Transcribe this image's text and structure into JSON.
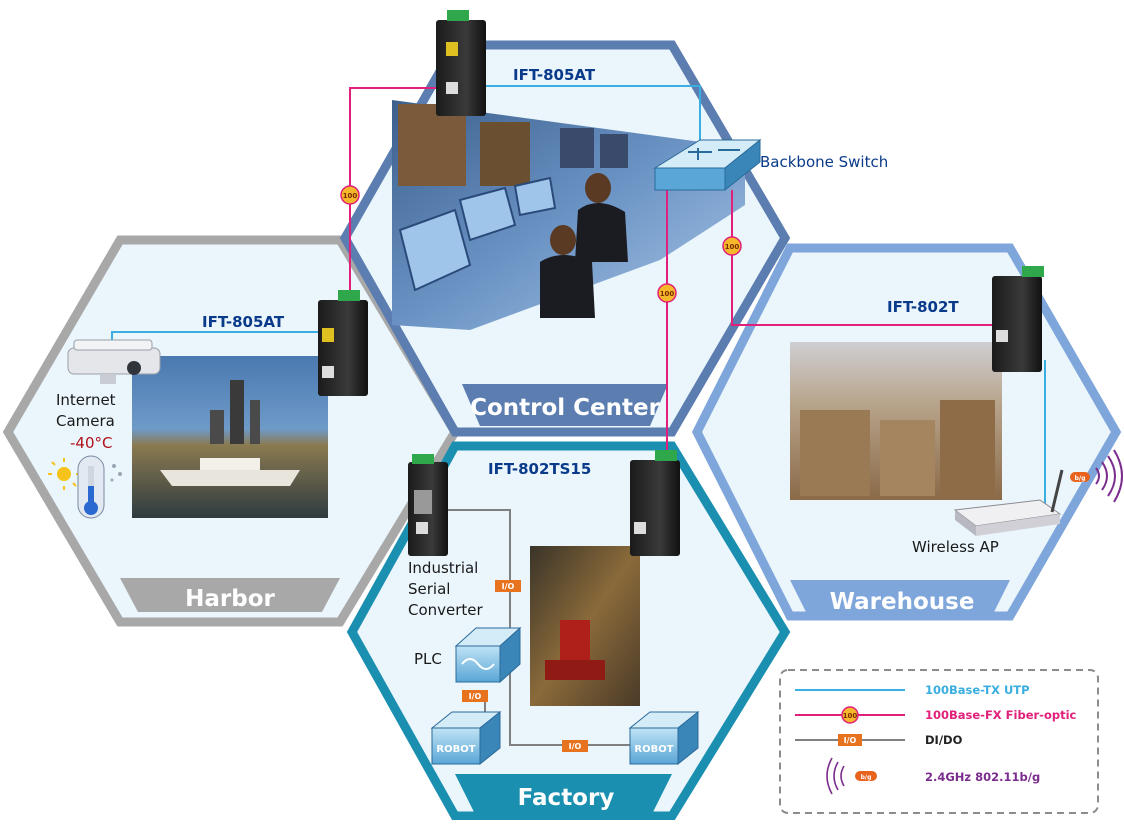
{
  "zones": {
    "control_center": "Control Center",
    "harbor": "Harbor",
    "warehouse": "Warehouse",
    "factory": "Factory"
  },
  "devices": {
    "top_converter": "IFT-805AT",
    "harbor_converter": "IFT-805AT",
    "warehouse_converter": "IFT-802T",
    "factory_converter": "IFT-802TS15"
  },
  "labels": {
    "backbone_switch": "Backbone Switch",
    "internet_camera": [
      "Internet",
      "Camera"
    ],
    "temperature": "-40°C",
    "wireless_ap": "Wireless AP",
    "serial_converter": [
      "Industrial",
      "Serial",
      "Converter"
    ],
    "plc": "PLC",
    "robot": "ROBOT"
  },
  "badges": {
    "fiber": "100",
    "io": "I/O",
    "wireless": "b/g"
  },
  "legend": {
    "items": [
      {
        "text": "100Base-TX UTP",
        "color": "#3aaee0"
      },
      {
        "text": "100Base-FX Fiber-optic",
        "color": "#e0207a"
      },
      {
        "text": "DI/DO",
        "color": "#222222"
      },
      {
        "text": "2.4GHz 802.11b/g",
        "color": "#7b2d8e"
      }
    ]
  },
  "colors": {
    "utp": "#3aaee0",
    "fiber": "#e0207a",
    "dido": "#808080",
    "control_border": "#5b7db0",
    "harbor_border": "#a8a8a8",
    "warehouse_border": "#7ea6db",
    "factory_border": "#1a8fb0"
  }
}
